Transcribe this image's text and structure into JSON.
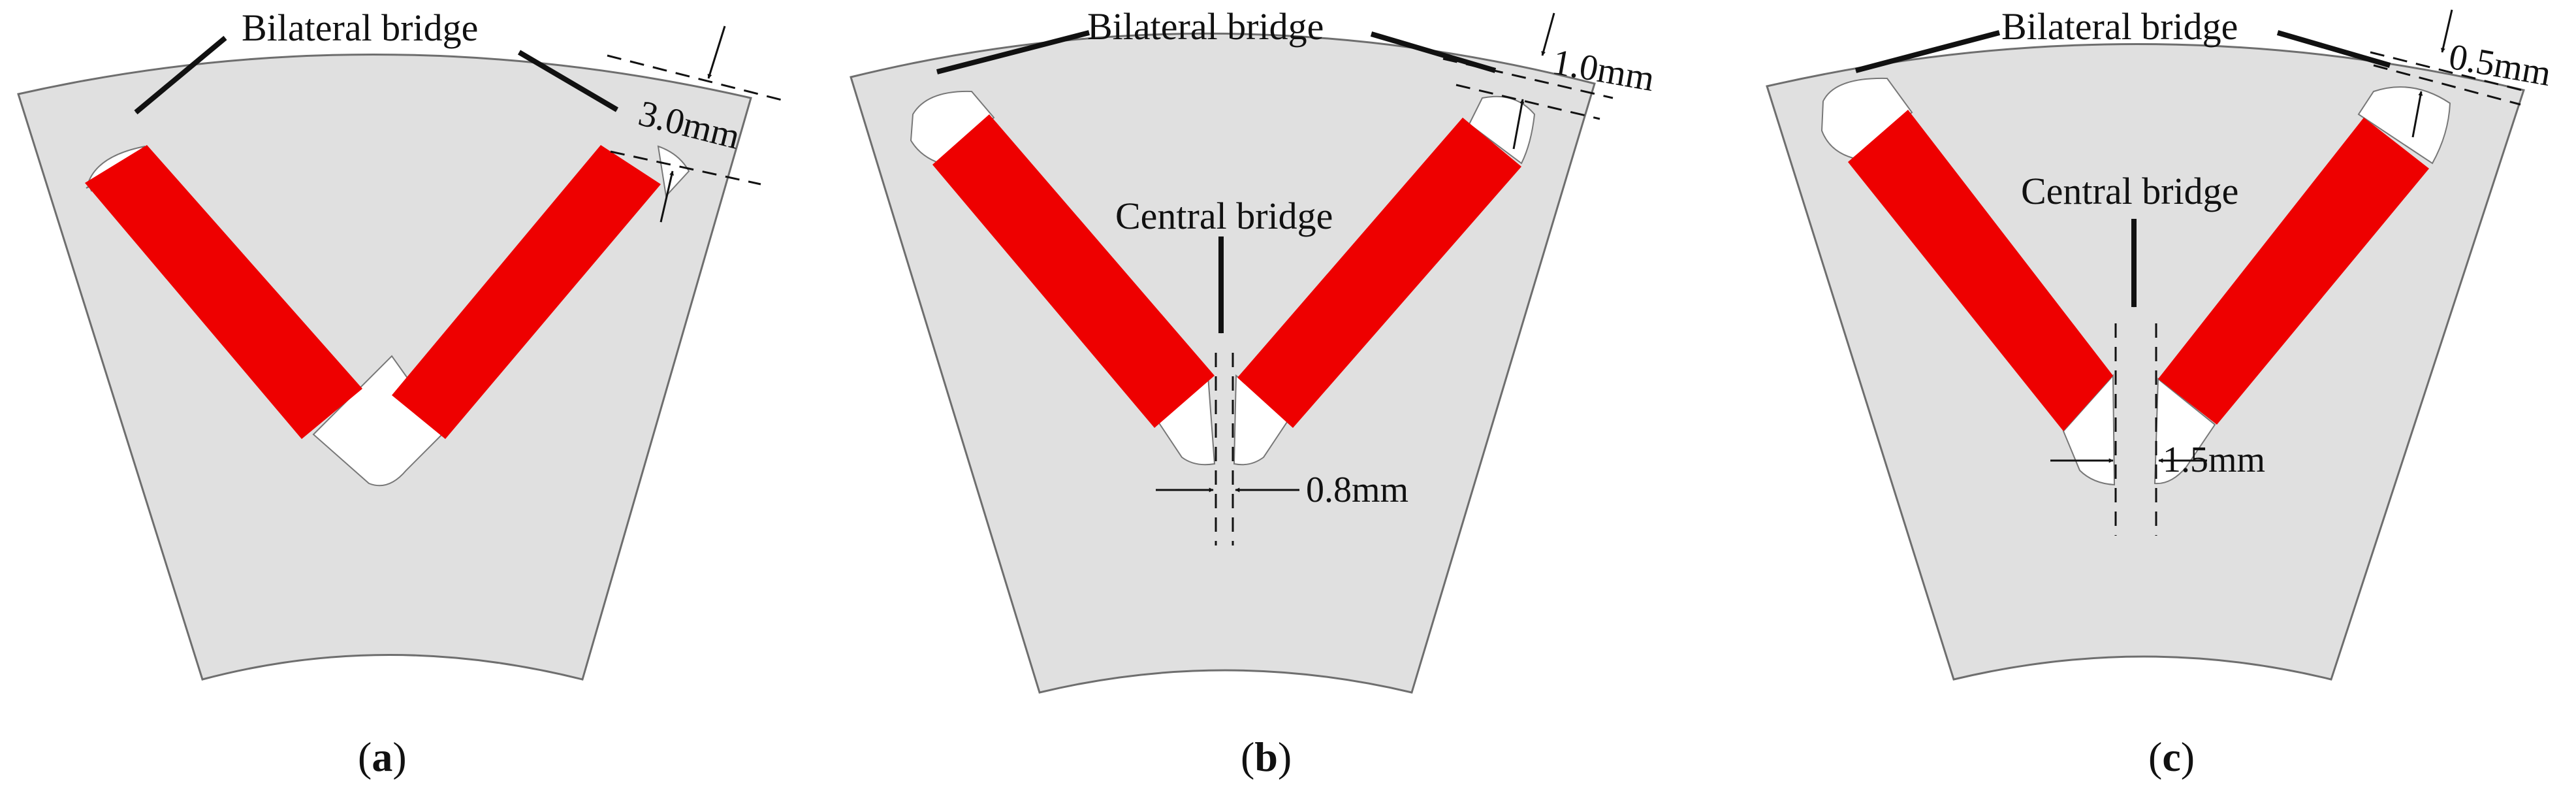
{
  "colors": {
    "lamination": "#e0e0e0",
    "outline": "#6e6e6e",
    "magnet": "#ee0000",
    "air": "#ffffff",
    "ink": "#111111"
  },
  "panels": [
    {
      "caption_open": "(",
      "caption_letter": "a",
      "caption_close": ")",
      "bilateral_label": "Bilateral bridge",
      "bilateral_dim": "3.0mm",
      "has_central": false
    },
    {
      "caption_open": "(",
      "caption_letter": "b",
      "caption_close": ")",
      "bilateral_label": "Bilateral bridge",
      "bilateral_dim": "1.0mm",
      "central_label": "Central bridge",
      "central_dim": "0.8mm",
      "has_central": true
    },
    {
      "caption_open": "(",
      "caption_letter": "c",
      "caption_close": ")",
      "bilateral_label": "Bilateral bridge",
      "bilateral_dim": "0.5mm",
      "central_label": "Central bridge",
      "central_dim": "1.5mm",
      "has_central": true
    }
  ]
}
